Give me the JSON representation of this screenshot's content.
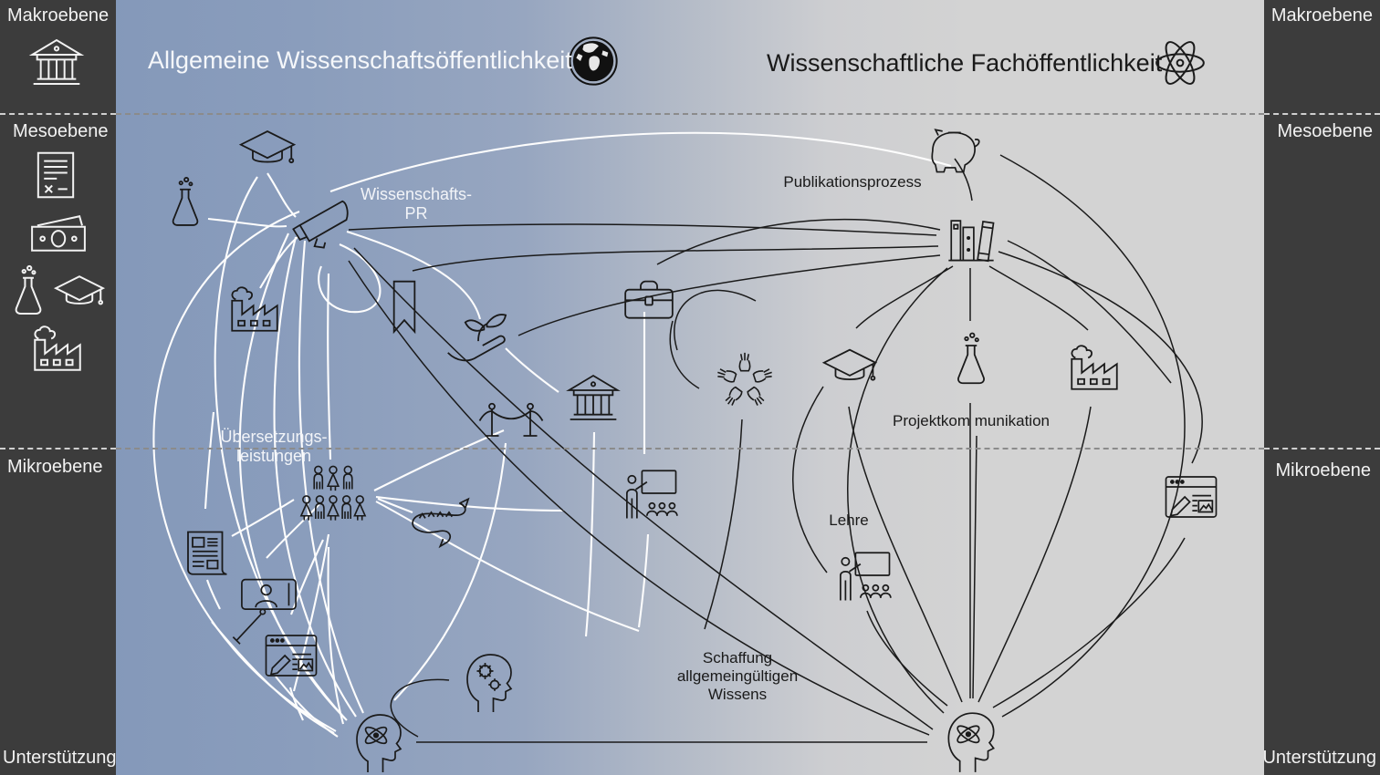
{
  "header": {
    "left_public": "Allgemeine Wissenschaftsöffentlichkeit",
    "right_public": "Wissenschaftliche Fachöffentlichkeit"
  },
  "sidebar_left": {
    "macro": "Makroebene",
    "meso": "Mesoebene",
    "micro": "Mikroebene",
    "support": "Unterstützung"
  },
  "sidebar_right": {
    "macro": "Makroebene",
    "meso": "Mesoebene",
    "micro": "Mikroebene",
    "support": "Unterstützung"
  },
  "labels": {
    "wissenschafts_pr": "Wissenschafts-\nPR",
    "uebersetzungsleistungen": "Übersetzungs-\nleistungen",
    "publikationsprozess": "Publikationsprozess",
    "projektkommunikation": "Projektkom munikation",
    "lehre": "Lehre",
    "schaffung": "Schaffung\nallgemeingültigen\nWissens"
  },
  "colors": {
    "sidebar_bg": "#3c3c3c",
    "public_left_bg": "#8196b8",
    "public_right_bg": "#d3d3d3",
    "arrows_left": "#ffffff",
    "arrows_right": "#1a1a1a",
    "text_light": "#f2f4f8",
    "text_dark": "#1a1a1a"
  },
  "icons": {
    "bank-icon": "government building with columns",
    "contract-icon": "document with lines, x-mark signature",
    "money-icon": "banknotes",
    "flask-icon": "erlenmeyer flask with bubbles",
    "graduation-cap-icon": "mortarboard with tassel",
    "factory-icon": "factory with chimney smoke",
    "researcher-icon": "person with pointer and book",
    "globe-icon": "earth globe",
    "atom-icon": "atom orbitals",
    "megaphone-icon": "megaphone",
    "bookmark-icon": "ribbon bookmark",
    "plant-hand-icon": "hand holding sprout",
    "barrier-icon": "rope barrier posts",
    "museum-icon": "museum facade with columns",
    "briefcase-icon": "briefcase",
    "crowd-icon": "group of people audience",
    "dragon-icon": "dragon",
    "newspaper-icon": "newspaper",
    "selfie-icon": "smartphone on selfie stick",
    "blog-icon": "browser window with pencil and image",
    "teaching-icon": "presenter at board with audience",
    "teamwork-icon": "hands joined in circle with cycle arrow",
    "head-gears-icon": "head profile with gears",
    "head-atom-icon": "head profile with atom",
    "piggy-bank-icon": "piggy bank",
    "books-icon": "books on shelf"
  }
}
